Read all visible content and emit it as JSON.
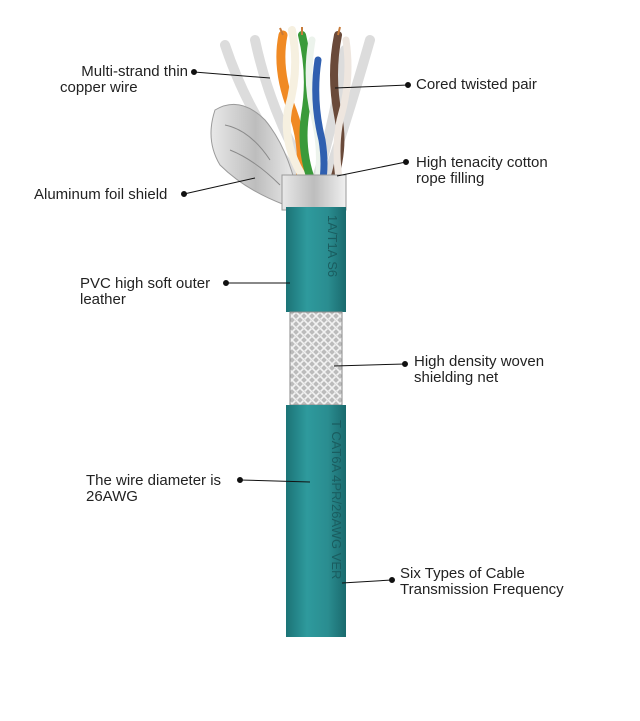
{
  "colors": {
    "jacket": "#2a8d90",
    "jacket_dark": "#1c6f72",
    "jacket_print": "#1a5d60",
    "braid": "#c9c9c9",
    "foil": "#d6d6d6",
    "label_text": "#222222",
    "leader": "#111111"
  },
  "jacket_print": {
    "upper": "1A/T1A S6",
    "lower": "T CAT6A 4PR/26AWG VER"
  },
  "labels": {
    "copper_wire": [
      "Multi-strand thin",
      "copper wire"
    ],
    "twisted_pair": [
      "Cored twisted pair"
    ],
    "cotton_rope": [
      "High tenacity cotton",
      "rope filling"
    ],
    "foil_shield": [
      "Aluminum foil shield"
    ],
    "pvc_outer": [
      "PVC high soft outer",
      "leather"
    ],
    "woven_shield": [
      "High density woven",
      "shielding net"
    ],
    "wire_diameter": [
      "The wire diameter is",
      "26AWG"
    ],
    "six_types": [
      "Six Types of Cable",
      "Transmission Frequency"
    ]
  }
}
